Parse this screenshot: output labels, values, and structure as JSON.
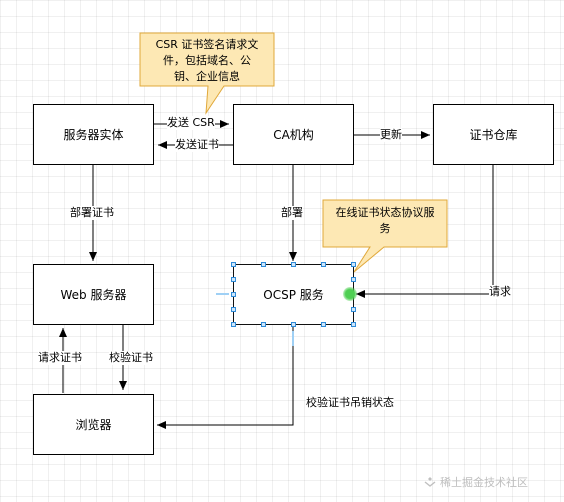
{
  "nodes": {
    "server_entity": "服务器实体",
    "ca": "CA机构",
    "cert_repo": "证书仓库",
    "web_server": "Web 服务器",
    "ocsp": "OCSP 服务",
    "browser": "浏览器"
  },
  "edges": {
    "send_csr": "发送 CSR",
    "send_cert": "发送证书",
    "update": "更新",
    "deploy_cert": "部署证书",
    "deploy": "部署",
    "request": "请求",
    "request_cert": "请求证书",
    "verify_cert": "校验证书",
    "verify_revocation": "校验证书吊销状态"
  },
  "callouts": {
    "csr_line1": "CSR 证书签名请求文",
    "csr_line2": "件，包括域名、公",
    "csr_line3": "钥、企业信息",
    "ocsp_line1": "在线证书状态协议服",
    "ocsp_line2": "务"
  },
  "watermark": "稀土掘金技术社区",
  "colors": {
    "callout_fill": "#fde8b4",
    "callout_stroke": "#e0a83a",
    "selection": "#2f8bd8",
    "connection_point": "#4fcf53",
    "watermark": "#bfbfbf"
  }
}
